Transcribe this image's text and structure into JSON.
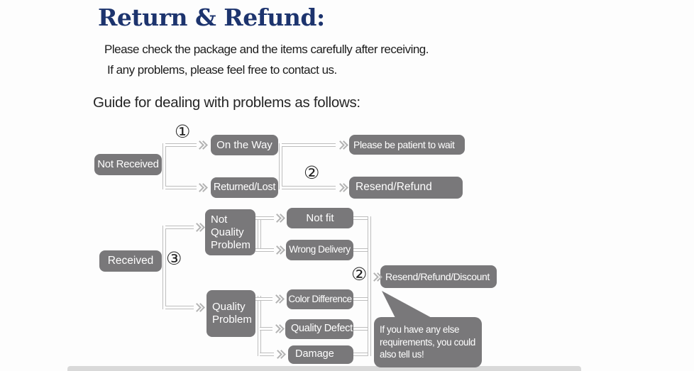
{
  "header": {
    "title": "Return & Refund:",
    "intro_line1": "Please check the package and the items carefully after receiving.",
    "intro_line2": "If any problems, please feel free to contact us.",
    "guide_heading": "Guide for dealing with problems as follows:"
  },
  "steps": {
    "s1": "①",
    "s2a": "②",
    "s3": "③",
    "s2b": "②"
  },
  "flowchart": {
    "not_received": "Not Received",
    "on_the_way": "On the Way",
    "returned_lost": "Returned/Lost",
    "please_wait": "Please be patient to wait",
    "resend_refund": "Resend/Refund",
    "received": "Received",
    "not_quality_problem": "Not\nQuality\nProblem",
    "quality_problem": "Quality\nProblem",
    "not_fit": "Not fit",
    "wrong_delivery": "Wrong Delivery",
    "color_difference": "Color Difference",
    "quality_defect": "Quality Defect",
    "damage": "Damage",
    "resend_refund_discount": "Resend/Refund/Discount",
    "bubble_note": "If you have any else\nrequirements, you could\nalso tell us!"
  },
  "colors": {
    "title_text": "#1d346e",
    "node_bg": "#79787a",
    "node_text": "#ffffff",
    "connector": "#bdbdbd",
    "step_text": "#222222"
  }
}
